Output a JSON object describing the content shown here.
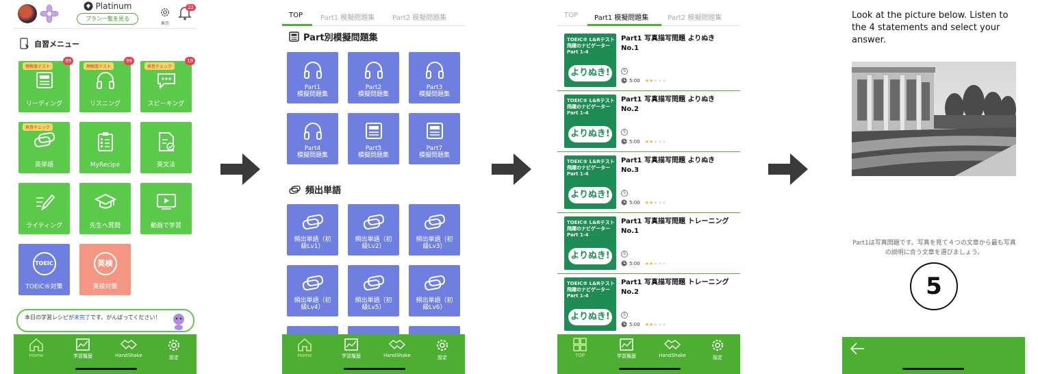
{
  "screen1": {
    "plan_name": "Platinum",
    "plan_button": "プラン一覧を見る",
    "display_label": "表示",
    "notification_count": "22",
    "section_title": "自習メニュー",
    "tiles": [
      {
        "label": "リーディング",
        "tag": "理解度テスト",
        "count": "99",
        "icon": "newspaper-icon",
        "color": "#5bc94a"
      },
      {
        "label": "リスニング",
        "tag": "理解度テスト",
        "count": "99",
        "icon": "headphones-icon",
        "color": "#5bc94a"
      },
      {
        "label": "スピーキング",
        "tag": "発音チェック",
        "count": "19",
        "icon": "speech-bubble-icon",
        "color": "#5bc94a"
      },
      {
        "label": "英単語",
        "tag": "発音チェック",
        "count": "",
        "icon": "word-cards-icon",
        "color": "#5bc94a"
      },
      {
        "label": "MyRecipe",
        "tag": "",
        "count": "",
        "icon": "checklist-icon",
        "color": "#5bc94a"
      },
      {
        "label": "英文法",
        "tag": "",
        "count": "",
        "icon": "grammar-doc-icon",
        "color": "#5bc94a"
      },
      {
        "label": "ライティング",
        "tag": "",
        "count": "",
        "icon": "pencil-icon",
        "color": "#5bc94a"
      },
      {
        "label": "先生へ質問",
        "tag": "",
        "count": "",
        "icon": "graduation-cap-icon",
        "color": "#5bc94a"
      },
      {
        "label": "動画で学習",
        "tag": "",
        "count": "",
        "icon": "video-play-icon",
        "color": "#5bc94a"
      },
      {
        "label": "TOEIC®対策",
        "tag": "",
        "count": "",
        "icon": "toeic-badge-icon",
        "color": "#6f7fe0",
        "badge": "TOEIC"
      },
      {
        "label": "英検対策",
        "tag": "",
        "count": "",
        "icon": "eiken-badge-icon",
        "color": "#f39783",
        "badge": "英検"
      }
    ],
    "recipe_prefix": "本日の学習レシピが",
    "recipe_highlight": "未完了",
    "recipe_suffix": "です。がんばってください！",
    "tabbar": [
      {
        "label": "Home",
        "icon": "home-icon",
        "active": true
      },
      {
        "label": "学習履歴",
        "icon": "chart-icon",
        "active": false
      },
      {
        "label": "HandShake",
        "icon": "handshake-icon",
        "active": false
      },
      {
        "label": "設定",
        "icon": "gear-icon",
        "active": false
      }
    ]
  },
  "screen2": {
    "tabs": [
      "TOP",
      "Part1 模擬問題集",
      "Part2 模擬問題集"
    ],
    "section1_title": "Part別模擬問題集",
    "parts": [
      {
        "line1": "Part1",
        "line2": "模擬問題集",
        "icon": "headphones-icon"
      },
      {
        "line1": "Part2",
        "line2": "模擬問題集",
        "icon": "headphones-icon"
      },
      {
        "line1": "Part3",
        "line2": "模擬問題集",
        "icon": "headphones-icon"
      },
      {
        "line1": "Part4",
        "line2": "模擬問題集",
        "icon": "headphones-icon"
      },
      {
        "line1": "Part5",
        "line2": "模擬問題集",
        "icon": "newspaper-icon"
      },
      {
        "line1": "Part7",
        "line2": "模擬問題集",
        "icon": "newspaper-icon"
      }
    ],
    "section2_title": "頻出単語",
    "words": [
      {
        "line1": "頻出単語（初",
        "line2": "級Lv1）"
      },
      {
        "line1": "頻出単語（初",
        "line2": "級Lv2）"
      },
      {
        "line1": "頻出単語（初",
        "line2": "級Lv3）"
      },
      {
        "line1": "頻出単語（初",
        "line2": "級Lv4）"
      },
      {
        "line1": "頻出単語（初",
        "line2": "級Lv5）"
      },
      {
        "line1": "頻出単語（初",
        "line2": "級Lv6）"
      }
    ],
    "tabbar": [
      {
        "label": "Home",
        "active": true
      },
      {
        "label": "学習履歴",
        "active": false
      },
      {
        "label": "HandShake",
        "active": false
      },
      {
        "label": "設定",
        "active": false
      }
    ]
  },
  "screen3": {
    "tabs": [
      "TOP",
      "Part1 模擬問題集",
      "Part2 模擬問題集"
    ],
    "book_line1": "TOEIC® L&Rテスト",
    "book_line2": "飛躍のナビゲーター",
    "book_line3": "Part 1-4",
    "book_badge": "よりぬき!",
    "items": [
      {
        "title": "Part1 写真描写問題 よりぬき No.1",
        "duration": "5:00",
        "stars": 2
      },
      {
        "title": "Part1 写真描写問題 よりぬき No.2",
        "duration": "5:00",
        "stars": 2
      },
      {
        "title": "Part1 写真描写問題 よりぬき No.3",
        "duration": "5:00",
        "stars": 2
      },
      {
        "title": "Part1 写真描写問題 トレーニング No.1",
        "duration": "5:00",
        "stars": 2
      },
      {
        "title": "Part1 写真描写問題 トレーニング No.2",
        "duration": "5:00",
        "stars": 2
      }
    ],
    "tabbar": [
      {
        "label": "TOP",
        "active": true
      },
      {
        "label": "学習履歴",
        "active": false
      },
      {
        "label": "HandShake",
        "active": false
      },
      {
        "label": "設定",
        "active": false
      }
    ]
  },
  "screen4": {
    "instruction": "Look at the picture below. Listen to the 4 statements and select your answer.",
    "note": "Part1は写真問題です。写真を見て４つの文章から最も写真の説明に合う文章を選びましょう。",
    "countdown": "5"
  }
}
